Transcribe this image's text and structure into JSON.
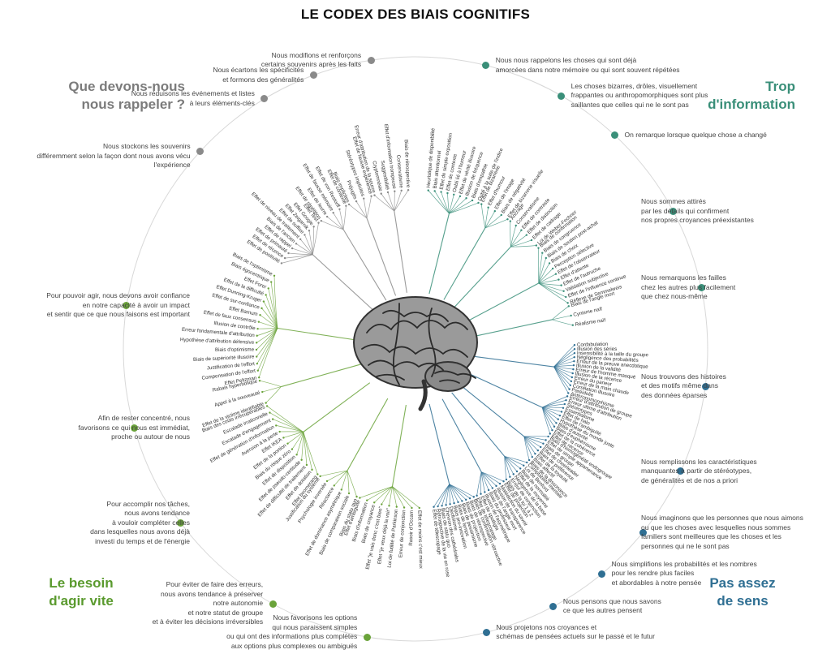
{
  "title": "LE CODEX DES BIAIS COGNITIFS",
  "colors": {
    "gray": "#8a8a8a",
    "teal": "#3a8f79",
    "green": "#6aa33a",
    "blue": "#2f6f93"
  },
  "icon": "brain-icon",
  "quadrants": [
    {
      "label_l1": "Que devons-nous",
      "label_l2": "nous rappeler ?",
      "color": "#7b7b7b"
    },
    {
      "label_l1": "Trop",
      "label_l2": "d'information",
      "color": "#3a8f79"
    },
    {
      "label_l1": "Le besoin",
      "label_l2": "d'agir vite",
      "color": "#5a9a2e"
    },
    {
      "label_l1": "Pas assez",
      "label_l2": "de sens",
      "color": "#2f6f93"
    }
  ],
  "groups": [
    {
      "quadrant": 0,
      "text": "Nous stockons les souvenirs\ndifféremment selon la façon dont nous avons vécu l'expérience",
      "biases": [
        "Effet de positivité",
        "Effet de récence",
        "Effet de primauté",
        "Effet de rappel",
        "Biais de l'ancien",
        "Effet de niveau de traitement",
        "Effet de suffixe",
        "Effet Zeigarnik",
        "Effet Google",
        "Effet Test"
      ]
    },
    {
      "quadrant": 0,
      "text": "Nous réduisons les événements et listes\nà leurs éléments-clés",
      "biases": [
        "Effet de répétition",
        "Effet de leurre",
        "Effet de fausse mémoire",
        "Effet de von Restorff",
        "Effet de contexte"
      ]
    },
    {
      "quadrant": 0,
      "text": "Nous écartons les spécificités\net formons des généralités",
      "biases": [
        "Biais implicites",
        "Préjugés",
        "Stéréotypes implicites",
        "Effet de fausse expérience"
      ]
    },
    {
      "quadrant": 0,
      "text": "Nous modifions et renforçons\ncertains souvenirs après les faits",
      "biases": [
        "Erreur d'attribution de la source",
        "Cryptomnésie",
        "Suggestibilité",
        "Effet d'information trompeuse",
        "Conservatisme",
        "Biais de rétrospective"
      ]
    },
    {
      "quadrant": 1,
      "text": "Nous nous rappelons les choses qui sont déjà\namorcées dans notre mémoire ou qui sont souvent répétées",
      "biases": [
        "Heuristique de disponibilité",
        "Biais attentionnel",
        "Effet de simple exposition",
        "Effet de contexte",
        "Oubli lié à l'humeur",
        "Effet de vérité illusoire",
        "Illusion de fréquence",
        "Biais d'empathie",
        "Oubli à la suite de l'indice"
      ]
    },
    {
      "quadrant": 1,
      "text": "Les choses bizarres, drôles, visuellement\nfrappantes ou anthropomorphiques sont plus\nsaillantes que celles qui ne le sont pas",
      "biases": [
        "Effet de bizarrerie",
        "Effet d'humour",
        "Effet de l'image",
        "Biais de négativité",
        "Effet de bizarrerie visuelle"
      ]
    },
    {
      "quadrant": 1,
      "text": "On remarque lorsque quelque chose a changé",
      "biases": [
        "Ancrage",
        "Conservatisme",
        "Effet de contraste",
        "Effet de distinction",
        "Effet de cadrage",
        "Loi de Weber-Fechner"
      ]
    },
    {
      "quadrant": 1,
      "text": "Nous sommes attirés\npar les détails qui confirment\nnos propres croyances préexistantes",
      "biases": [
        "Biais de confirmation",
        "Biais de congruence",
        "Biais de soutien post-achat",
        "Biais de choix",
        "Perception sélective",
        "Effet de l'observateur",
        "Effet d'attente",
        "Effet de l'autruche",
        "Validation subjective",
        "Effet de l'influence continue",
        "Réflexe de Semmelweis"
      ]
    },
    {
      "quadrant": 1,
      "text": "Nous remarquons les failles\nchez les autres plus facilement\nque chez nous-même",
      "biases": [
        "Biais de l'angle mort",
        "Cynisme naïf",
        "Réalisme naïf"
      ]
    },
    {
      "quadrant": 2,
      "text": "Nous favorisons les options\nqui nous paraissent simples\nou qui ont des informations plus complètes\naux options plus complexes ou ambiguës",
      "biases": [
        "Effet de moins c'est mieux",
        "Rasoir d'Occam",
        "Erreur de conjonction",
        "Loi de futilité de Parkinson",
        "Effet \"je veux déjà la voir\"",
        "Effet \"je vais donc c'est bien\"",
        "Biais de croyance",
        "Biais d'information",
        "Effet d'ambiguïté"
      ]
    },
    {
      "quadrant": 2,
      "text": "Pour éviter de faire des erreurs,\nnous avons tendance à préserver\nnotre autonomie\net notre statut de groupe\net à éviter les décisions irréversibles",
      "biases": [
        "Biais du statu quo",
        "Biais de comparaison sociale",
        "Effet de dominance asymétrique",
        "Réactance",
        "Psychologie inversée",
        "Justification du système"
      ]
    },
    {
      "quadrant": 2,
      "text": "Pour accomplir nos tâches,\nnous avons tendance\nà vouloir compléter celles\ndans lesquelles nous avons déjà\ninvesti du temps et de l'énergie",
      "biases": [
        "Effet boomerang",
        "Effet de dotation",
        "Effet de difficulté de traitement",
        "Effet de pseudo-certitude",
        "Effet de disposition",
        "Biais du risque zéro",
        "Effet de la portion",
        "Effet IKEA",
        "Aversion à la perte",
        "Effet de génération d'information",
        "Escalade d'engagement",
        "Escalade irrationnelle",
        "Biais des coûts irrécupérables"
      ]
    },
    {
      "quadrant": 2,
      "text": "Afin de rester concentré, nous\nfavorisons ce qui nous est immédiat,\nproche ou autour de nous",
      "biases": [
        "Effet de la victime identifiable",
        "Appel à la nouveauté",
        "Rabais hyperbolique"
      ]
    },
    {
      "quadrant": 2,
      "text": "Pour pouvoir agir, nous devons avoir confiance\nen notre capacité à avoir un impact\net sentir que ce que nous faisons est important",
      "biases": [
        "Effet Peltzman",
        "Compensation de l'effort",
        "Justification de l'effort",
        "Biais de supériorité illusoire",
        "Biais d'optimisme",
        "Hypothèse d'attribution défensive",
        "Erreur fondamentale d'attribution",
        "Illusion de contrôle",
        "Effet de faux consensus",
        "Effet Barnum",
        "Effet de sur-confiance",
        "Effet Dunning-Kruger",
        "Effet de la difficulté",
        "Effet Forer",
        "Biais égocentrique",
        "Biais de l'optimisme"
      ]
    },
    {
      "quadrant": 3,
      "text": "Nous trouvons des histoires\net des motifs même dans\ndes données éparses",
      "biases": [
        "Confabulation",
        "Illusion des séries",
        "Insensibilité à la taille du groupe",
        "Négligence des probabilités",
        "Erreur de la preuve anecdotique",
        "Illusion de la validité",
        "Erreur de l'homme masqué",
        "Illusion de la récence",
        "Erreur du parieur",
        "Erreur de la main chaude",
        "Corrélation illusoire",
        "Paréidolie",
        "Anthropomorphisme"
      ]
    },
    {
      "quadrant": 3,
      "text": "Nous remplissons les caractéristiques\nmanquantes à partir de stéréotypes,\nde généralités et de nos a priori",
      "biases": [
        "Erreur d'attribution de groupe",
        "Erreur ultime d'attribution",
        "Stéréotypes",
        "Essentialisme",
        "Effet de halo",
        "Effet de l'ambiguïté",
        "Hypothèse du monde juste",
        "Biais d'autorité",
        "Biais d'euphémisme",
        "Effet de la cohérence",
        "Effet de récence"
      ]
    },
    {
      "quadrant": 3,
      "text": "Nous imaginons que les personnes que nous aimons\nou que les choses avec lesquelles nous sommes\nfamiliers sont meilleures que les choses et les\npersonnes qui ne le sont pas",
      "biases": [
        "Biais d'homogénéité endogroupe",
        "Effet de simple appartenance",
        "Biais de groupe",
        "Effet de cheerleader",
        "Biais de préférence",
        "Effet de la loyauté",
        "Biais affectif",
        "Biais de la dissonance"
      ]
    },
    {
      "quadrant": 3,
      "text": "Nous simplifions les probabilités et les nombres\npour les rendre plus faciles\net abordables à notre pensée",
      "biases": [
        "Comptabilité mentale",
        "Loi de Benford",
        "Biais de normalité",
        "Effet de la moyenne",
        "Négligence de la base",
        "Erreur de conjonction",
        "Biais de la loi 1 à 2"
      ]
    },
    {
      "quadrant": 3,
      "text": "Nous pensons que nous savons\nce que les autres pensent",
      "biases": [
        "Effet de projection",
        "Malédiction du savoir",
        "Illusion de transparence",
        "Biais de l'angle mort",
        "Biais du professeur",
        "Illusion de l'asymétrique",
        "Effet de spotlight",
        "Effet de télescopage"
      ]
    },
    {
      "quadrant": 3,
      "text": "Nous projetons nos croyances et\nschémas de pensées actuels sur le passé et le futur",
      "biases": [
        "Biais de confirmation rétroactive",
        "Biais de rétrospective",
        "Biais de projection",
        "Biais de pessimisme",
        "Biais de temps",
        "Biais pro-innovation",
        "Déclinisme",
        "Chevron des cathédrales",
        "Biais de statu quo",
        "Rétrospective de la vie en rose",
        "Effet de télescopage"
      ]
    }
  ]
}
